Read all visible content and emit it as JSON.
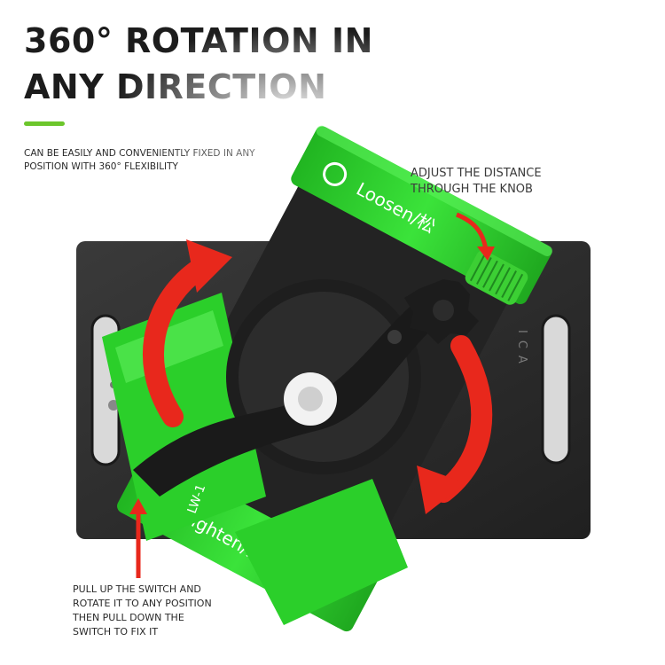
{
  "headline": {
    "line1": "360° ROTATION IN",
    "line2": "ANY DIRECTION"
  },
  "intro": {
    "line1": "CAN BE EASILY AND CONVENIENTLY FIXED IN ANY",
    "line2": "POSITION WITH 360° FLEXIBILITY"
  },
  "knob_note": {
    "line1": "ADJUST THE DISTANCE",
    "line2": "THROUGH THE KNOB"
  },
  "switch_note": {
    "line1": "PULL UP THE SWITCH AND",
    "line2": "ROTATE IT TO ANY POSITION",
    "line3": "THEN PULL DOWN THE",
    "line4": "SWITCH TO FIX IT"
  },
  "product": {
    "rail_label_top": "Loosen/松",
    "rail_label_bottom": "Tighten/紧",
    "plate_brand": "ICA",
    "model_label": "LW-1"
  },
  "colors": {
    "accent": "#6cc62b",
    "clamp_green": "#2fd12e",
    "arrow_red": "#e8281c",
    "base_plate": "#2a2a2a",
    "text": "#1c1c1c"
  },
  "icons": [
    "rotation-arrow-icon",
    "pointer-arrow-icon",
    "star-knob-icon",
    "knurled-knob-icon"
  ]
}
